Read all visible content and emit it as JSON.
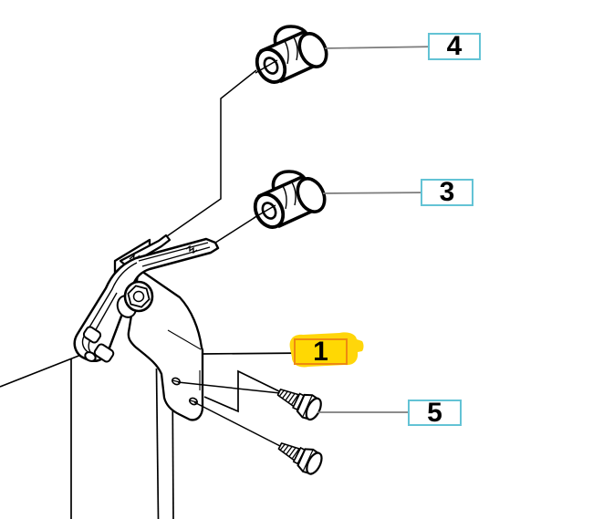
{
  "diagram": {
    "type": "exploded-parts-diagram",
    "background": "#ffffff",
    "callouts": [
      {
        "id": "callout-4",
        "label": "4",
        "highlighted": false
      },
      {
        "id": "callout-3",
        "label": "3",
        "highlighted": false
      },
      {
        "id": "callout-1",
        "label": "1",
        "highlighted": true
      },
      {
        "id": "callout-5",
        "label": "5",
        "highlighted": false
      }
    ],
    "colors": {
      "background": "#ffffff",
      "callout_border": "#63c3d5",
      "leader_gray": "#7b7b7b",
      "line_black": "#000000",
      "highlight_fill": "#ffd803",
      "highlight_border": "#ee8a10",
      "highlight_marker": "#ffd60a"
    },
    "parts": [
      {
        "callout": "4",
        "shape": "rubber-damper-upper"
      },
      {
        "callout": "3",
        "shape": "rubber-damper-lower"
      },
      {
        "callout": "1",
        "shape": "mounting-bracket-with-lever"
      },
      {
        "callout": "5",
        "shape": "hex-flange-screws",
        "count": 2
      }
    ]
  }
}
